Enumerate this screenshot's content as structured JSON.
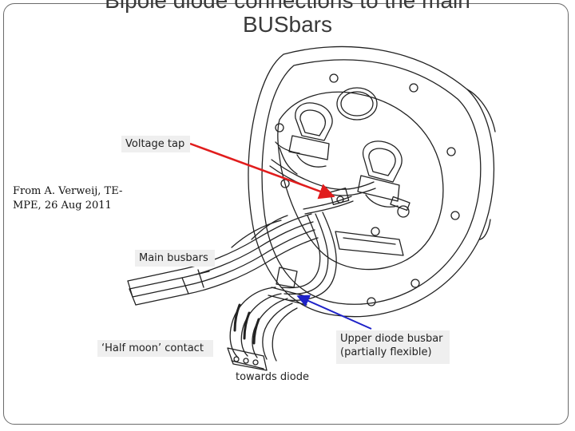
{
  "title": {
    "line1": "Bipole diode connections to the main",
    "line2": "BUSbars"
  },
  "credit": {
    "line1": "From A. Verweij,  TE-",
    "line2": "MPE,  26 Aug 2011"
  },
  "labels": {
    "voltage_tap": "Voltage tap",
    "main_busbars": "Main busbars",
    "half_moon": "‘Half moon’ contact",
    "upper_diode_line1": "Upper diode busbar",
    "upper_diode_line2": "(partially flexible)",
    "towards_diode": "towards diode"
  },
  "colors": {
    "voltage_tap_arrow": "#e11d1d",
    "upper_diode_arrow": "#1e22c8",
    "label_background": "#efefef"
  }
}
